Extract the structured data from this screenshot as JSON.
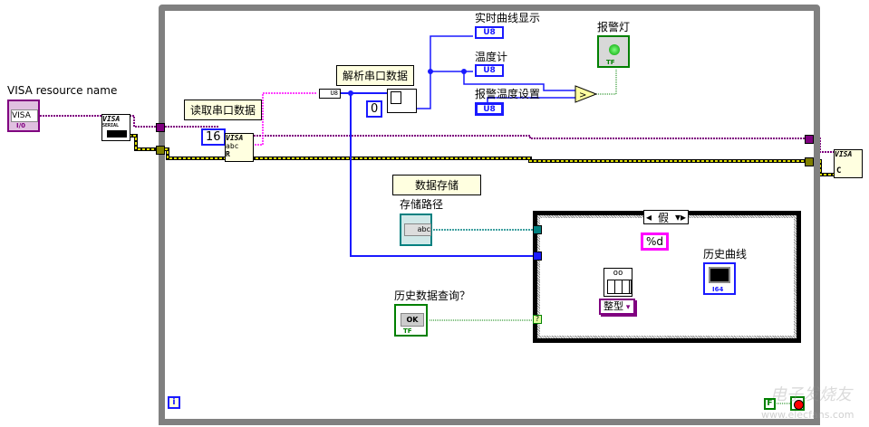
{
  "diagram": {
    "controls": {
      "visa_resource": {
        "label": "VISA resource name",
        "value": "VISA",
        "terminal": "I/0"
      },
      "storage_path": {
        "label": "存储路径",
        "value": "abc"
      },
      "history_query": {
        "label": "历史数据查询？",
        "value": "OK",
        "terminal": "TF"
      },
      "alarm_setting": {
        "label": "报警温度设置",
        "type": "U8"
      }
    },
    "indicators": {
      "realtime_chart": {
        "label": "实时曲线显示",
        "type": "U8"
      },
      "thermometer": {
        "label": "温度计",
        "type": "U8"
      },
      "alarm_light": {
        "label": "报警灯",
        "terminal": "TF"
      },
      "history_chart": {
        "label": "历史曲线",
        "type": "I64"
      }
    },
    "free_labels": {
      "read_serial": "读取串口数据",
      "parse_serial": "解析串口数据",
      "data_storage": "数据存储"
    },
    "constants": {
      "byte_count": "16",
      "index": "0",
      "format": "%d",
      "type_select": "整型"
    },
    "nodes": {
      "visa_serial": {
        "title": "VISA",
        "subtitle": "SERIAL"
      },
      "visa_read": {
        "title": "VISA",
        "text": "abc",
        "mode": "R"
      },
      "visa_close": {
        "title": "VISA",
        "mode": "C"
      },
      "type_cast": "U8"
    },
    "case_structure": {
      "selector_value": "假"
    },
    "loop": {
      "iteration_terminal": "i",
      "stop_constant": "F"
    },
    "watermark": {
      "text": "电子发烧友",
      "url_text": "www.elecfans.com"
    }
  },
  "colors": {
    "visa_wire": "#800080",
    "error_wire": "#c8c800",
    "numeric_wire": "#1a1aff",
    "string_wire": "#ff00ff",
    "path_wire": "#008080",
    "boolean_wire": "#008000",
    "loop_frame": "#808080",
    "label_bg": "#ffffe0"
  }
}
